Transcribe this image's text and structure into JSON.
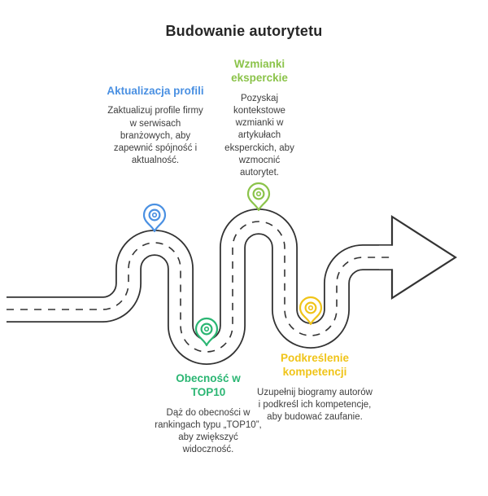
{
  "title": "Budowanie autorytetu",
  "colors": {
    "road_outline": "#333333",
    "road_fill": "#ffffff",
    "background": "#ffffff",
    "body_text": "#3d3d3d"
  },
  "steps": [
    {
      "heading": "Aktualizacja profili",
      "body": "Zaktualizuj profile firmy w serwisach branżowych, aby zapewnić spójność i aktualność.",
      "color": "#4a90e2",
      "pin": "blue map pin"
    },
    {
      "heading": "Wzmianki eksperckie",
      "body": "Pozyskaj kontekstowe wzmianki w artykułach eksperckich, aby wzmocnić autorytet.",
      "color": "#8bc34a",
      "pin": "green map pin"
    },
    {
      "heading": "Obecność w TOP10",
      "body": "Dąż do obecności w rankingach typu „TOP10”, aby zwiększyć widoczność.",
      "color": "#2bb673",
      "pin": "teal map pin"
    },
    {
      "heading": "Podkreślenie kompetencji",
      "body": "Uzupełnij biogramy autorów i podkreśl ich kompetencje, aby budować zaufanie.",
      "color": "#f0c419",
      "pin": "yellow map pin"
    }
  ]
}
